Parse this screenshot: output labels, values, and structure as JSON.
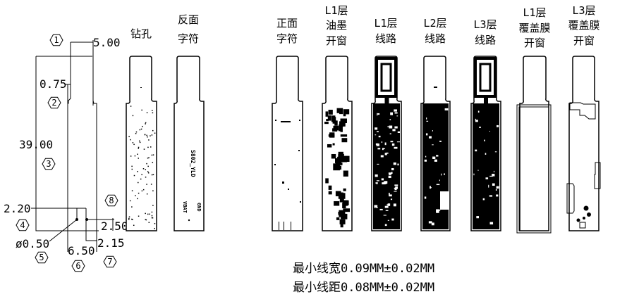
{
  "dimensions": {
    "width_top": "5.00",
    "notch": "0.75",
    "length": "39.00",
    "hole_offset_y": "2.20",
    "hole_offset_x": "2.50",
    "hole_diameter": "ø0.50",
    "width_body": "6.50",
    "hole_spacing": "2.15",
    "callouts": [
      "1",
      "2",
      "3",
      "4",
      "5",
      "6",
      "7",
      "8"
    ]
  },
  "panels": [
    {
      "id": "drill",
      "label": [
        "钻孔"
      ]
    },
    {
      "id": "back-silkscreen",
      "label": [
        "反面",
        "字符"
      ],
      "marks": [
        "S802_YLD",
        "VBAT",
        "GND"
      ]
    },
    {
      "id": "front-silkscreen",
      "label": [
        "正面",
        "字符"
      ]
    },
    {
      "id": "l1-solder-mask",
      "label": [
        "L1层",
        "油墨",
        "开窗"
      ]
    },
    {
      "id": "l1-traces",
      "label": [
        "L1层",
        "线路"
      ]
    },
    {
      "id": "l2-traces",
      "label": [
        "L2层",
        "线路"
      ]
    },
    {
      "id": "l3-traces",
      "label": [
        "L3层",
        "线路"
      ]
    },
    {
      "id": "l1-coverlay",
      "label": [
        "L1层",
        "覆盖膜",
        "开窗"
      ]
    },
    {
      "id": "l3-coverlay",
      "label": [
        "L3层",
        "覆盖膜",
        "开窗"
      ]
    }
  ],
  "specs": {
    "min_line_width": "最小线宽0.09MM±0.02MM",
    "min_line_spacing": "最小线距0.08MM±0.02MM"
  },
  "colors": {
    "ink": "#000000",
    "background": "#ffffff"
  }
}
